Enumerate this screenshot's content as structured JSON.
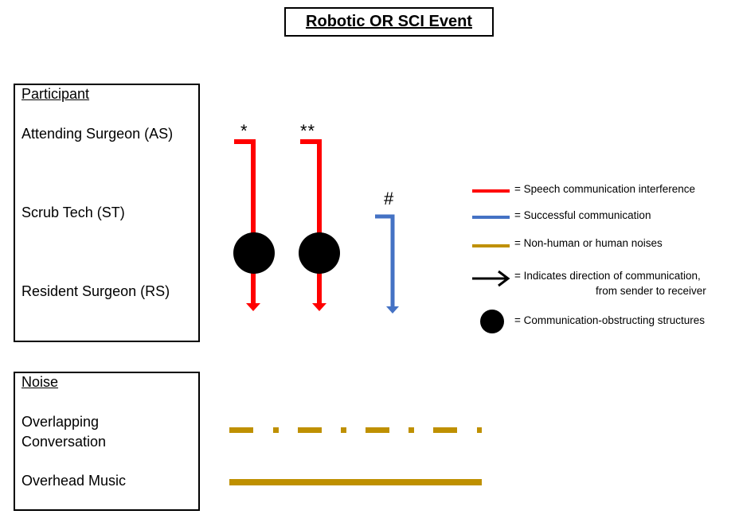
{
  "title": "Robotic OR SCI Event",
  "participant_panel": {
    "heading": "Participant",
    "rows": [
      "Attending Surgeon (AS)",
      "Scrub Tech (ST)",
      "Resident Surgeon (RS)"
    ]
  },
  "noise_panel": {
    "heading": "Noise",
    "rows": [
      "Overlapping\nConversation",
      "Overhead Music"
    ]
  },
  "markers": {
    "first": "*",
    "second": "**",
    "third": "#"
  },
  "legend": {
    "speech_interference": "= Speech communication interference",
    "successful": "= Successful communication",
    "noises": "= Non-human or human noises",
    "direction_line1": "= Indicates direction of communication,",
    "direction_line2": "from sender to receiver",
    "obstruction": "= Communication-obstructing structures"
  },
  "colors": {
    "interference": "#ff0000",
    "successful": "#4472c4",
    "noise": "#bf9000",
    "arrow": "#000000",
    "obstruction": "#000000"
  }
}
